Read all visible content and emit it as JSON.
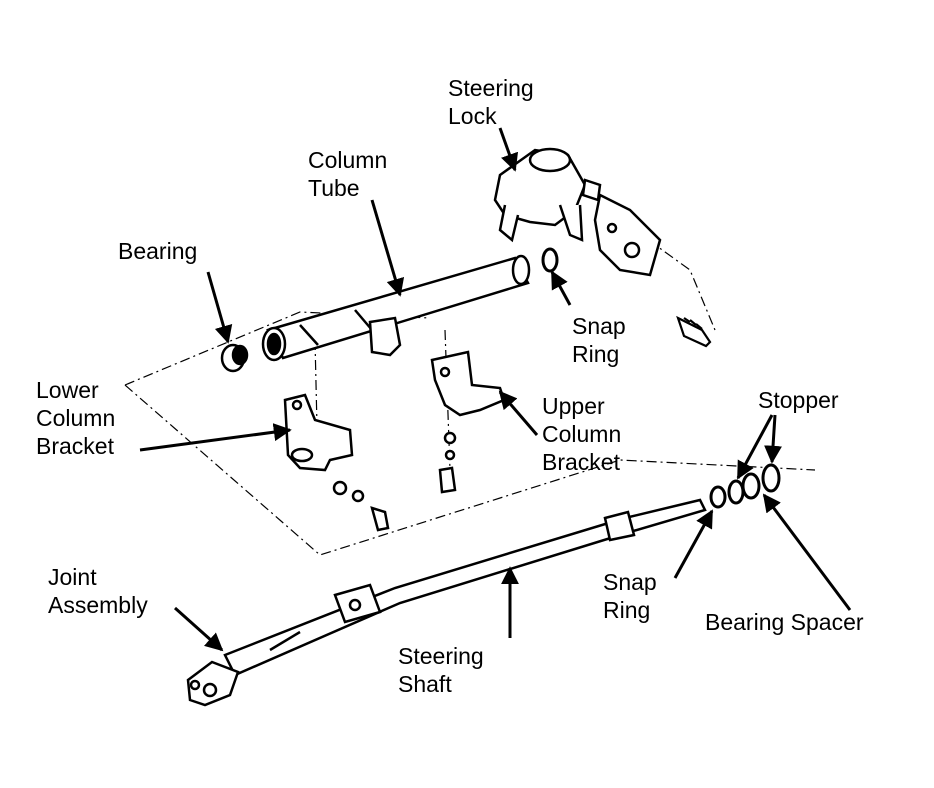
{
  "labels": {
    "steering_lock": "Steering\nLock",
    "column_tube": "Column\nTube",
    "bearing": "Bearing",
    "snap_ring_upper": "Snap\nRing",
    "lower_column_bracket": "Lower\nColumn\nBracket",
    "upper_column_bracket": "Upper\nColumn\nBracket",
    "stopper": "Stopper",
    "joint_assembly": "Joint\nAssembly",
    "snap_ring_lower": "Snap\nRing",
    "bearing_spacer": "Bearing Spacer",
    "steering_shaft": "Steering\nShaft"
  },
  "colors": {
    "ink": "#000000",
    "paper": "#ffffff"
  }
}
